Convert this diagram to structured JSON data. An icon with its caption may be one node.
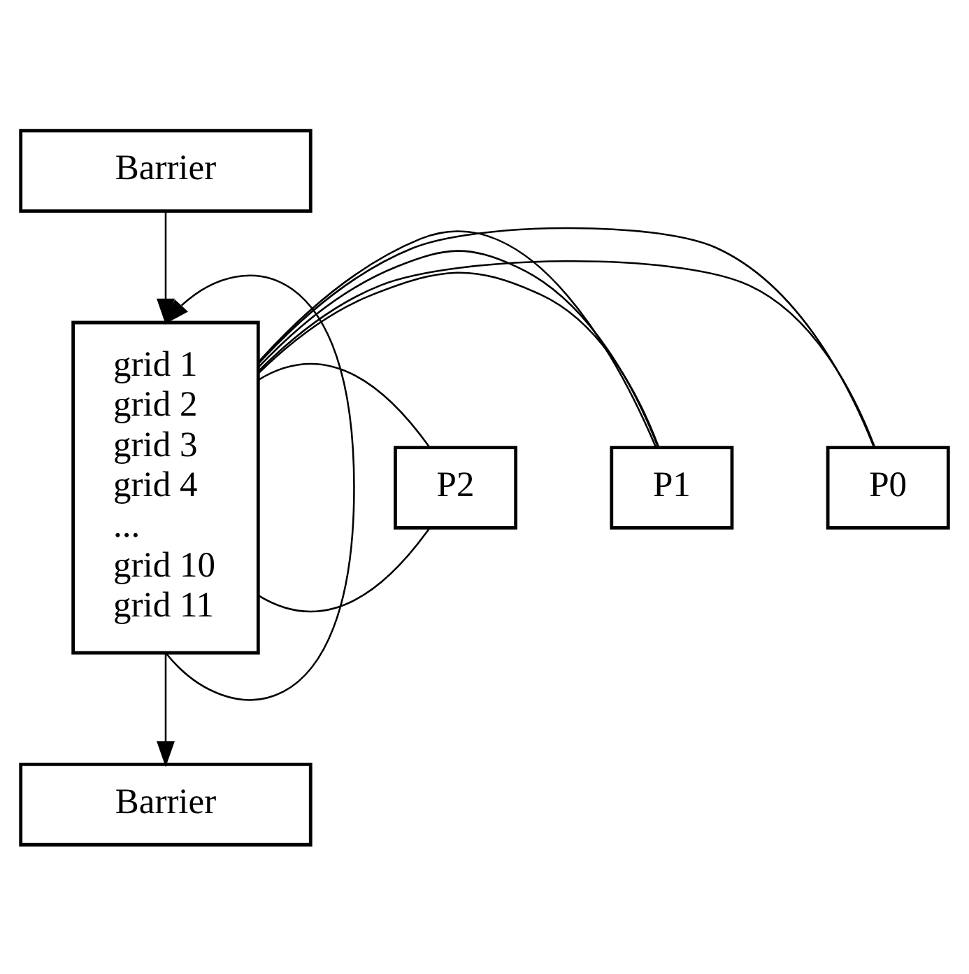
{
  "diagram": {
    "nodes": [
      {
        "text": [
          "Barrier"
        ]
      },
      {
        "text": [
          "grid 1",
          "grid 2",
          "grid 3",
          "grid 4",
          "...",
          "grid 10",
          "grid 11"
        ]
      },
      {
        "text": [
          "P0"
        ]
      },
      {
        "text": [
          "P1"
        ]
      },
      {
        "text": [
          "P2"
        ]
      },
      {
        "text": [
          "Barrier"
        ]
      }
    ],
    "edges": [
      {
        "from": 0,
        "to": 1,
        "arrow": "to"
      },
      {
        "from": 1,
        "to": 5,
        "arrow": "to"
      },
      {
        "from": 1,
        "to": 1,
        "arrow": "to"
      },
      {
        "from": 1,
        "to": 2,
        "arrow": "none"
      },
      {
        "from": 1,
        "to": 3,
        "arrow": "none"
      },
      {
        "from": 1,
        "to": 4,
        "arrow": "none"
      },
      {
        "from": 1,
        "to": 3,
        "arrow": "none"
      },
      {
        "from": 1,
        "to": 2,
        "arrow": "none"
      },
      {
        "from": 1,
        "to": 3,
        "arrow": "none"
      },
      {
        "from": 1,
        "to": 4,
        "arrow": "none"
      }
    ]
  }
}
